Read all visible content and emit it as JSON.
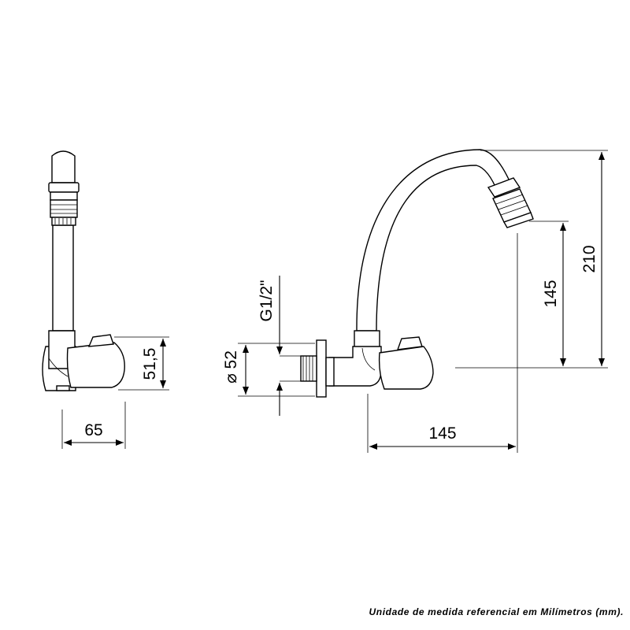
{
  "dimensions": {
    "side_width": "65",
    "side_height": "51,5",
    "thread": "G1/2\"",
    "flange_diameter": "⌀ 52",
    "reach": "145",
    "spout_height": "145",
    "total_height": "210"
  },
  "footer": {
    "note": "Unidade de medida referencial em Milímetros (mm)."
  }
}
